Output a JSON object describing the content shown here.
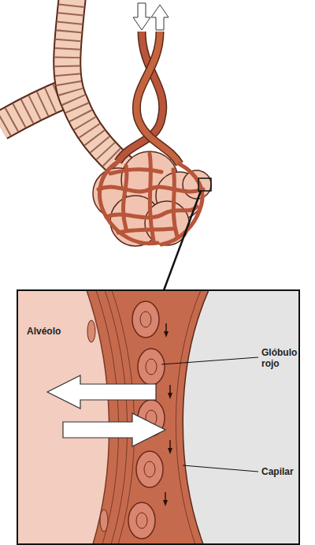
{
  "diagram": {
    "labels": [
      "Alvéolo",
      "Glóbulo rojo",
      "Capilar"
    ]
  }
}
